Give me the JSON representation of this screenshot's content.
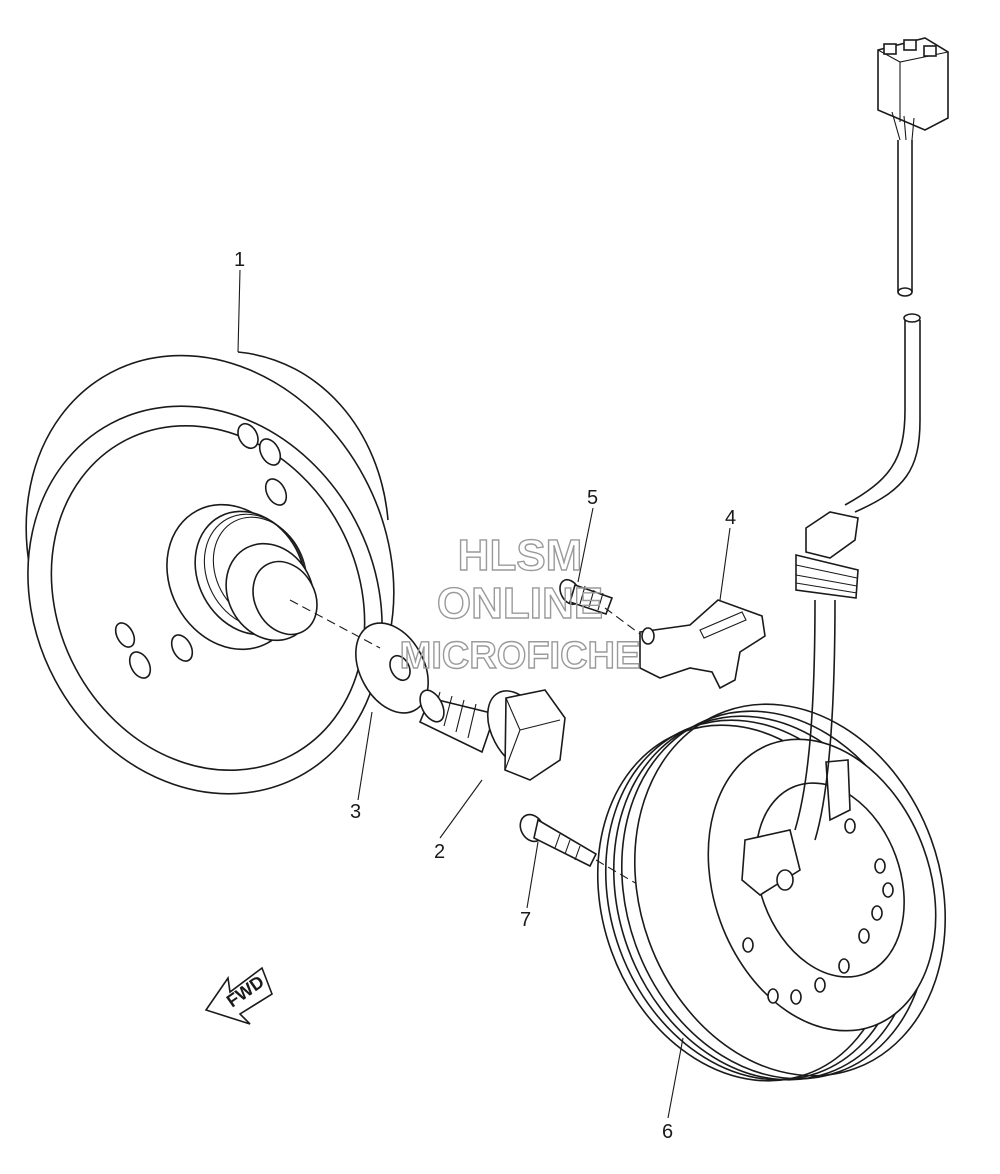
{
  "diagram": {
    "parts": [
      {
        "number": "1",
        "part": "rotor"
      },
      {
        "number": "2",
        "part": "bolt-flange"
      },
      {
        "number": "3",
        "part": "washer"
      },
      {
        "number": "4",
        "part": "lead-clamp"
      },
      {
        "number": "5",
        "part": "screw"
      },
      {
        "number": "6",
        "part": "stator-assembly"
      },
      {
        "number": "7",
        "part": "bolt"
      }
    ],
    "watermark": {
      "line1": "HLSM",
      "line2": "ONLINE",
      "line3": "MICROFICHE"
    },
    "direction_marker": "FWD"
  },
  "colors": {
    "line": "#1a1a1a",
    "watermark": "#9a9a9a",
    "background": "#ffffff"
  }
}
